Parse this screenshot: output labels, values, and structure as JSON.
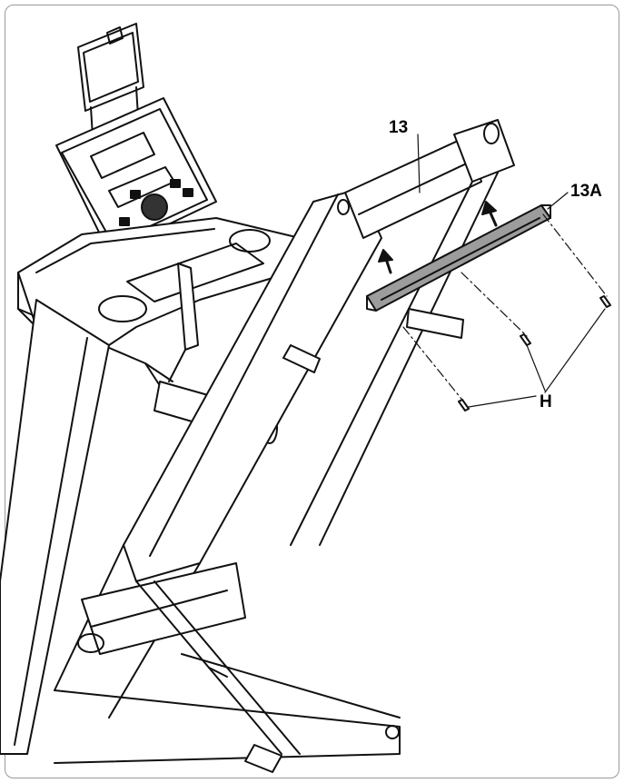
{
  "diagram": {
    "callouts": {
      "part_13": "13",
      "part_13a": "13A",
      "hardware_h": "H"
    },
    "colors": {
      "line": "#111111",
      "shade": "#9c9c9c",
      "frame": "#9a9a9a"
    }
  }
}
